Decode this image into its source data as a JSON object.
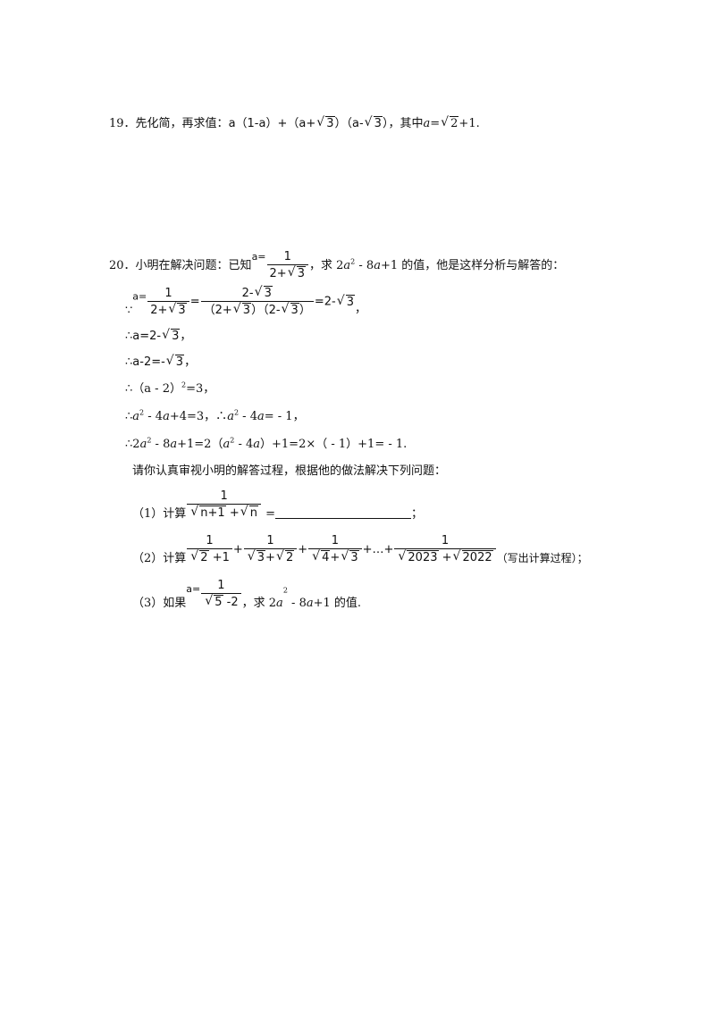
{
  "q19": {
    "number": "19．",
    "intro": "先化简，再求值：",
    "expr_a": "a（1-a）+（a+",
    "sqrt3": "3",
    "expr_b": "）（a-",
    "expr_c": "），其中",
    "var_a": "a",
    "eq": "=",
    "sqrt2": "2",
    "plus1": "+1."
  },
  "q20": {
    "number": "20．",
    "intro": "小明在解决问题：已知",
    "given_lhs": "a=",
    "one": "1",
    "two_plus": "2+",
    "sqrt3": "3",
    "ask": "，求 2",
    "a": "a",
    "sq": "2",
    "ask_rest1": " - 8",
    "ask_rest2": "+1 的值，他是这样分析与解答的：",
    "because": "∵",
    "step1_num2": "2-",
    "step1_den2": "（2+",
    "step1_den2b": "）（2-",
    "step1_den2c": "）",
    "step1_eq": "=",
    "step1_res": "=2-",
    "comma": "，",
    "therefore": "∴",
    "step2": "a=2-",
    "step3": "a-2=-",
    "step4": "（a - 2）",
    "step4_rest": "=3，",
    "step5a": " - 4",
    "step5b": "+4=3，",
    "step5c": " - 4",
    "step5d": "= - 1，",
    "step6a": " - 8",
    "step6b": "+1=2（",
    "step6c": " - 4",
    "step6d": "）+1=2×（ - 1）+1= - 1.",
    "instruction": "请你认真审视小明的解答过程，根据他的做法解决下列问题：",
    "p1_label": "（1）计算",
    "p1_n1": "n+1",
    "p1_plus": " +",
    "p1_n": "n",
    "p1_eq": " =",
    "p1_end": "；",
    "p2_label": "（2）计算",
    "p2_t1a": "2",
    "p2_t1b": " +1",
    "p2_t2a": "3",
    "p2_t2b": "2",
    "p2_t3a": "4",
    "p2_t3b": "3",
    "p2_t4a": "2023",
    "p2_t4b": "2022",
    "p2_plus": "+",
    "p2_dots": "+…+",
    "p2_note": "（写出计算过程）；",
    "p3_label": "（3）如果",
    "p3_lhs": "a=",
    "p3_den_r": "5",
    "p3_den_m": " -2",
    "p3_ask": "，求 2",
    "p3_rest1": " - 8",
    "p3_rest2": "+1 的值."
  }
}
